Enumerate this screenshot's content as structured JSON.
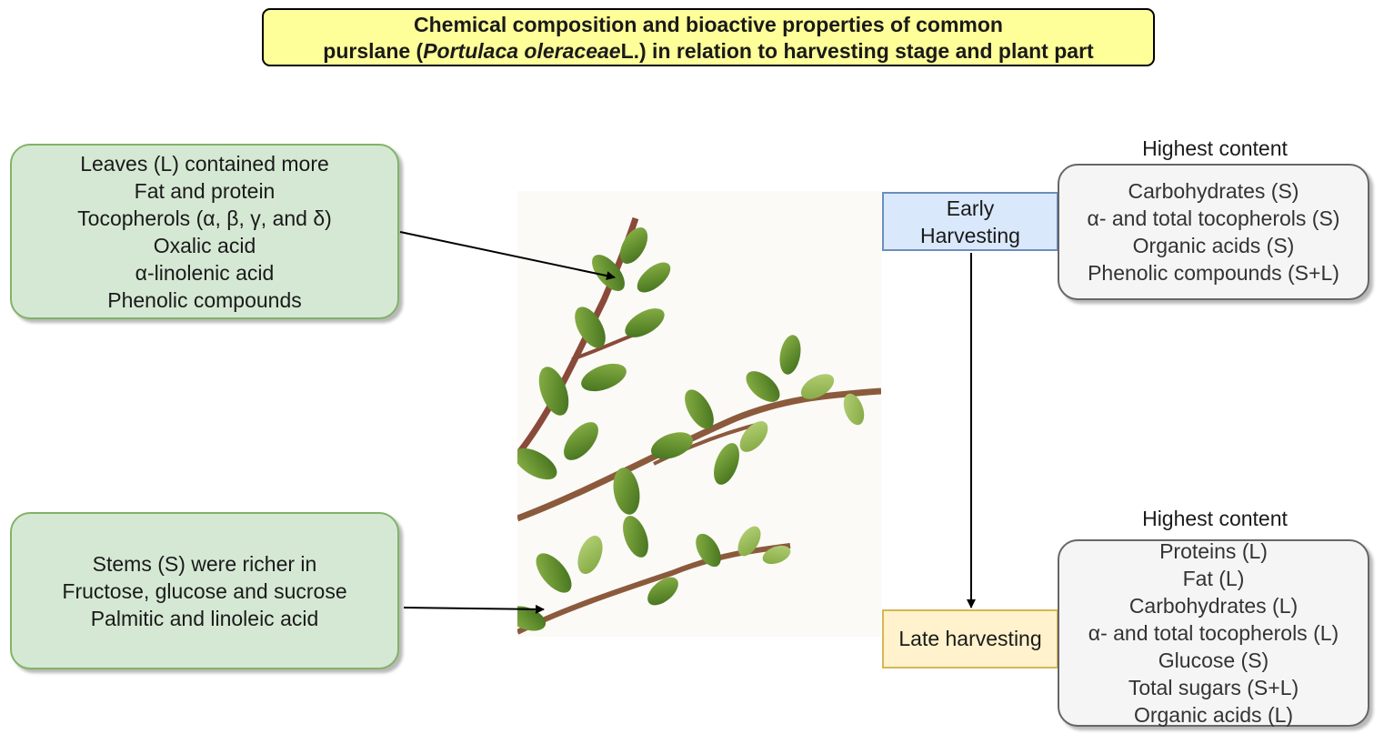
{
  "title": {
    "line1": "Chemical composition and bioactive properties of common",
    "line2_pre": "purslane  (",
    "line2_italic": "Portulaca oleraceae",
    "line2_post": "L.) in relation to harvesting stage and plant part"
  },
  "leaves_box": {
    "lines": [
      "Leaves (L)  contained more",
      "Fat and protein",
      "Tocopherols (α, β, γ, and δ)",
      "Oxalic acid",
      "α-linolenic acid",
      "Phenolic compounds"
    ]
  },
  "stems_box": {
    "lines": [
      "Stems (S) were richer in",
      "Fructose, glucose and sucrose",
      "Palmitic and linoleic acid"
    ]
  },
  "early": {
    "label_line1": "Early",
    "label_line2": "Harvesting",
    "heading": "Highest content",
    "items": [
      "Carbohydrates (S)",
      "α- and total tocopherols (S)",
      "Organic acids (S)",
      "Phenolic compounds (S+L)"
    ]
  },
  "late": {
    "label": "Late harvesting",
    "heading": "Highest content",
    "items": [
      "Proteins (L)",
      "Fat (L)",
      "Carbohydrates (L)",
      "α- and total tocopherols (L)",
      "Glucose (S)",
      "Total sugars (S+L)",
      "Organic acids (L)"
    ]
  },
  "colors": {
    "title_fill": "#ffff99",
    "green_fill": "#d5e8d4",
    "green_stroke": "#82b366",
    "grey_fill": "#f5f5f5",
    "grey_stroke": "#666666",
    "blue_fill": "#dae8fc",
    "blue_stroke": "#6c8ebf",
    "yellow_fill": "#fff2cc",
    "yellow_stroke": "#d6b656"
  },
  "photo_icon": "purslane-plant-photo"
}
